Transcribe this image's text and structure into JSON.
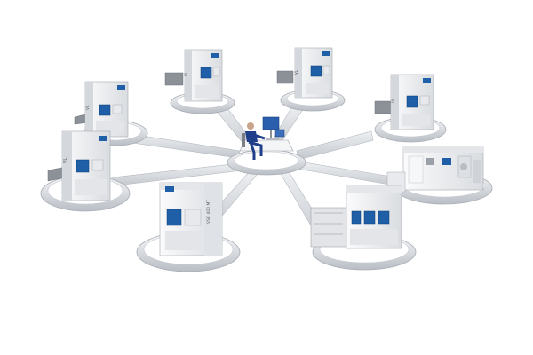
{
  "diagram": {
    "central_station": {
      "icon": "operator-workstation-icon"
    },
    "machines": [
      {
        "id": "m1",
        "label": "VL",
        "icon": "vertical-lathe-icon"
      },
      {
        "id": "m2",
        "label": "VL",
        "icon": "vertical-lathe-icon"
      },
      {
        "id": "m3",
        "label": "VL",
        "icon": "vertical-lathe-icon"
      },
      {
        "id": "m4",
        "label": "VL",
        "icon": "vertical-lathe-icon"
      },
      {
        "id": "m5",
        "label": "VL",
        "icon": "vertical-lathe-icon"
      },
      {
        "id": "m6",
        "label": "",
        "icon": "production-cell-icon"
      },
      {
        "id": "m7",
        "label": "",
        "icon": "production-line-icon"
      },
      {
        "id": "m8",
        "label": "VSC 400 MT",
        "icon": "turning-center-icon"
      }
    ],
    "colors": {
      "machine_body": "#f1f2f4",
      "machine_shadow": "#c9ccd2",
      "screen": "#1e5fa8",
      "ring": "#cfd3d8",
      "ring_highlight": "#ffffff",
      "operator_suit": "#1f3f8a"
    }
  }
}
